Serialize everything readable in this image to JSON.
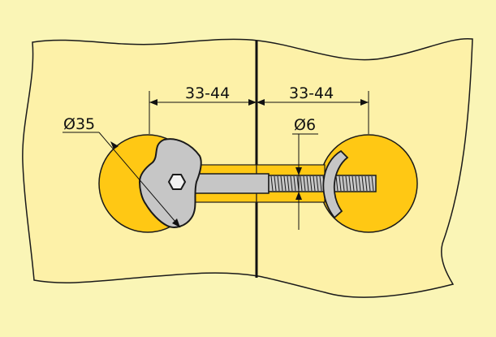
{
  "diagram": {
    "labels": {
      "left_distance": "33-44",
      "right_distance": "33-44",
      "hole_diameter": "Ø35",
      "bolt_diameter": "Ø6"
    },
    "colors": {
      "background": "#faf5b6",
      "panel": "#fdf1a8",
      "hole": "#ffc814",
      "metal": "#c6c6c6",
      "outline": "#1a1a1a",
      "joint_line": "#111111"
    }
  }
}
